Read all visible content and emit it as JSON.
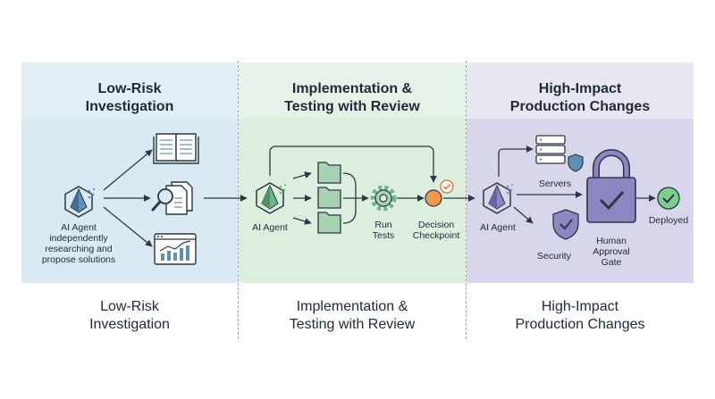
{
  "columns": [
    {
      "head_title": "Low-Risk\nInvestigation",
      "foot_title": "Low-Risk\nInvestigation",
      "agent_label": "AI Agent\nindependently\nresearching and\npropose solutions"
    },
    {
      "head_title": "Implementation &\nTesting with Review",
      "foot_title": "Implementation &\nTesting with Review",
      "agent_label": "AI Agent",
      "run_tests_label": "Run\nTests",
      "checkpoint_label": "Decision\nCheckpoint"
    },
    {
      "head_title": "High-Impact\nProduction Changes",
      "foot_title": "High-Impact\nProduction Changes",
      "agent_label": "AI Agent",
      "servers_label": "Servers",
      "security_label": "Security",
      "gate_label": "Human\nApproval\nGate",
      "deployed_label": "Deployed"
    }
  ],
  "colors": {
    "ink": "#2c3742",
    "col1_bg": "#d9eaf5",
    "col2_bg": "#dcefdf",
    "col3_bg": "#d7d6ea",
    "col1_accent": "#5f8fb4",
    "col2_accent": "#6fb58a",
    "col3_accent": "#8c86c2",
    "checkpoint_orange": "#f2994a",
    "success_green": "#7ccf8e"
  }
}
